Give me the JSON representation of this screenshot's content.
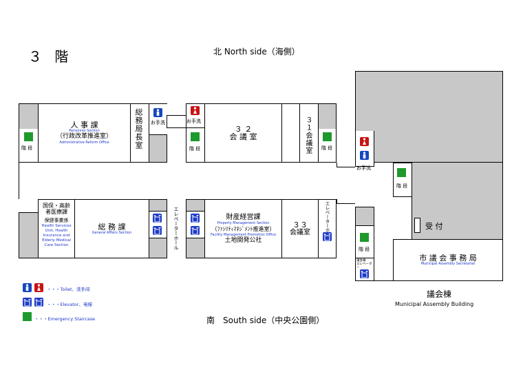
{
  "floor": {
    "title": "３ 階"
  },
  "orientation": {
    "north": "北 North side（海側）",
    "south": "南　South side（中央公園側）"
  },
  "rooms": {
    "jinji": {
      "name": "人 事 課",
      "en1": "Personnel Section",
      "sub": "（行政改革推進室）",
      "en2": "Administrative Reform Office"
    },
    "somu_kyokucho": {
      "name": "総務局長室"
    },
    "room32": {
      "name1": "３ ２",
      "name2": "会 議 室"
    },
    "room31": {
      "name": "３１会議室"
    },
    "kokuho": {
      "l1": "国保・高齢",
      "l2": "者医療課",
      "l3": "保健事業係",
      "en": "Health Services Unit, Health Insurance and Elderly Medical Care Section"
    },
    "somu": {
      "name": "総 務 課",
      "en": "General Affairs Section"
    },
    "zaisan": {
      "name": "財産経営課",
      "en1": "Property Management Section",
      "sub": "（ﾌｧｼﾘﾃｨﾏﾈｼﾞﾒﾝﾄ推進室）",
      "en2": "Facility Management Promotion Office",
      "extra": "土地開発公社"
    },
    "room33": {
      "name1": "３３",
      "name2": "会議室"
    },
    "shigikai": {
      "name": "市 議 会 事 務 局",
      "en": "Municipal Assembly Secretariat"
    },
    "uketsuke": {
      "name": "受 付"
    }
  },
  "labels": {
    "stairs": "階 段",
    "washroom": "お手洗",
    "elevator_hall": "エレベーターホール",
    "elevator_small_1": "議会棟",
    "elevator_small_2": "エレベーター"
  },
  "building": {
    "jp": "議会棟",
    "en": "Municipal Assembly Building"
  },
  "legend": {
    "toilet": "・・・Toilet、洗手间",
    "elevator": "・・・Elevator、电梯",
    "staircase": "・・・Emergency Staircase"
  },
  "colors": {
    "gray": "#c8c8c8",
    "stairs": "#1e9a2c",
    "toilet_male": "#1646c0",
    "toilet_female": "#c81414",
    "elevator": "#1e3cc8",
    "english_text": "#1a36c8"
  }
}
